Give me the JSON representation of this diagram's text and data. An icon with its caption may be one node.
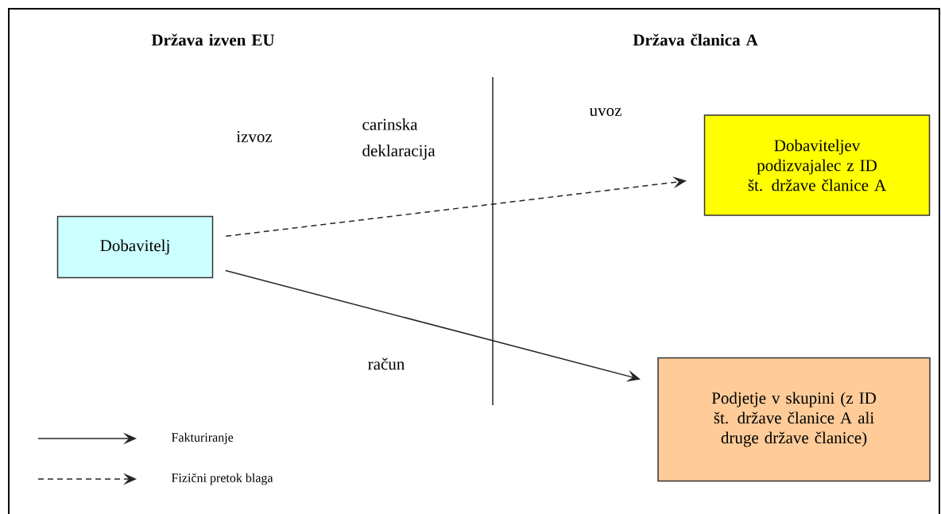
{
  "diagram": {
    "nodes": [
      {
        "text": [
          "Dobavitelj"
        ]
      },
      {
        "text": [
          "Dobaviteljev podizvajalec z ID št. države članice A"
        ]
      },
      {
        "text": [
          "Podjetje v skupini (z ID št. države članice A ali druge države članice)"
        ]
      }
    ],
    "edges": [
      {
        "from": 0,
        "to": 1,
        "arrow": "to",
        "style": "dashed"
      },
      {
        "from": 0,
        "to": 2,
        "arrow": "to"
      }
    ],
    "labels": [
      "Država izven EU",
      "Država članica A",
      "uvoz",
      "izvoz",
      "carinska deklaracija",
      "račun"
    ],
    "legend": [
      {
        "text": "Fakturiranje"
      },
      {
        "text": "Fizični pretok blaga"
      }
    ]
  }
}
